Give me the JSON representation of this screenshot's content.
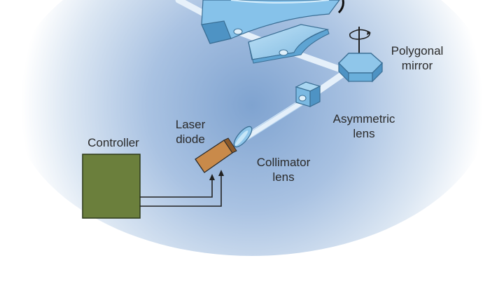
{
  "diagram": {
    "labels": {
      "polygonal_mirror": "Polygonal\nmirror",
      "asymmetric_lens": "Asymmetric\nlens",
      "collimator_lens": "Collimator\nlens",
      "laser_diode": "Laser\ndiode",
      "controller": "Controller"
    },
    "colors": {
      "background_glow": "#b9cde6",
      "optics_fill": "#8fc6ea",
      "optics_dark": "#4e93c4",
      "optics_stroke": "#3a6e94",
      "beam": "#eef6fd",
      "laser_diode": "#c98a4a",
      "controller": "#6b7f3c",
      "wire": "#222222"
    },
    "icons": [
      "rotation-arrow-icon",
      "cable-arrow-icon"
    ]
  }
}
